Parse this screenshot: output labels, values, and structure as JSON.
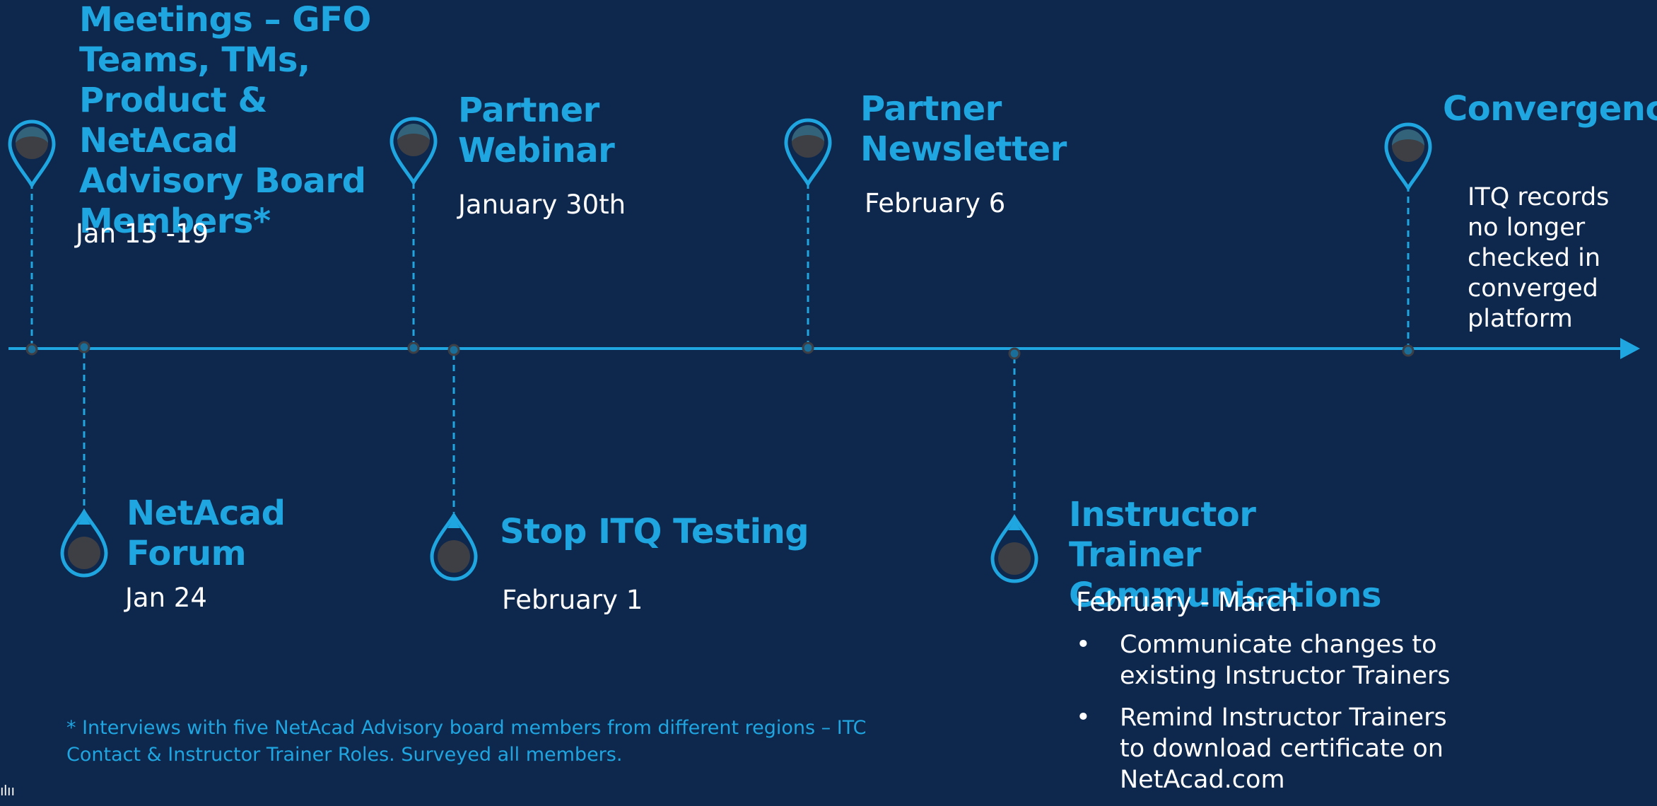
{
  "colors": {
    "background": "#0e274d",
    "accent": "#1fa5e0",
    "text": "#ffffff",
    "pin_fill": "#3d3f44",
    "node": "#1a6f9a"
  },
  "milestones": [
    {
      "key": "meetings",
      "title": "Meetings – GFO Teams, TMs, Product & NetAcad Advisory Board Members*",
      "date": "Jan 15 -19",
      "position": "above"
    },
    {
      "key": "forum",
      "title": "NetAcad Forum",
      "date": "Jan 24",
      "position": "below"
    },
    {
      "key": "webinar",
      "title": "Partner Webinar",
      "date": "January 30th",
      "position": "above"
    },
    {
      "key": "stop_itq",
      "title": "Stop ITQ Testing",
      "date": "February 1",
      "position": "below"
    },
    {
      "key": "newsletter",
      "title": "Partner Newsletter",
      "date": "February 6",
      "position": "above"
    },
    {
      "key": "instructor",
      "title": "Instructor Trainer Communications",
      "date": "February - March",
      "position": "below",
      "bullets": [
        "Communicate changes to existing Instructor Trainers",
        "Remind Instructor Trainers to download certificate on NetAcad.com"
      ]
    },
    {
      "key": "convergence",
      "title": "Convergence",
      "body": "ITQ records no longer checked in converged platform",
      "position": "above"
    }
  ],
  "footnote": "* Interviews with five NetAcad Advisory board members from different regions – ITC Contact & Instructor Trainer Roles. Surveyed all members.",
  "bullet_glyph": "•",
  "logo_fragment": "ılıı"
}
